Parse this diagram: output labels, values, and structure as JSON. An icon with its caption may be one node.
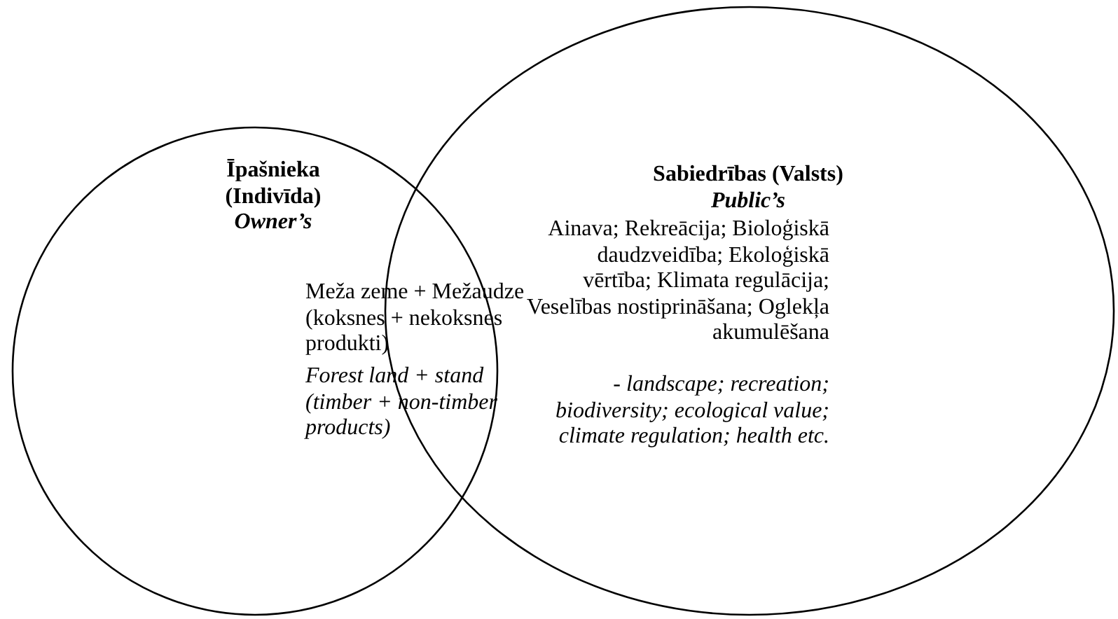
{
  "diagram": {
    "nodes": [
      {
        "text": [
          "Īpašnieka (Indivīda)",
          "Owner’s",
          "Meža zeme + Mežaudze (koksnes + nekoksnes produkti)",
          "Forest land + stand (timber + non-timber products)"
        ]
      },
      {
        "text": [
          "Sabiedrības (Valsts)",
          "Public’s",
          "Ainava; Rekreācija; Bioloģiskā daudzveidība; Ekoloģiskā vērtība; Klimata regulācija; Veselības nostiprināšana; Oglekļa akumulēšana",
          "- landscape; recreation; biodiversity; ecological value; climate regulation; health etc."
        ]
      }
    ]
  }
}
